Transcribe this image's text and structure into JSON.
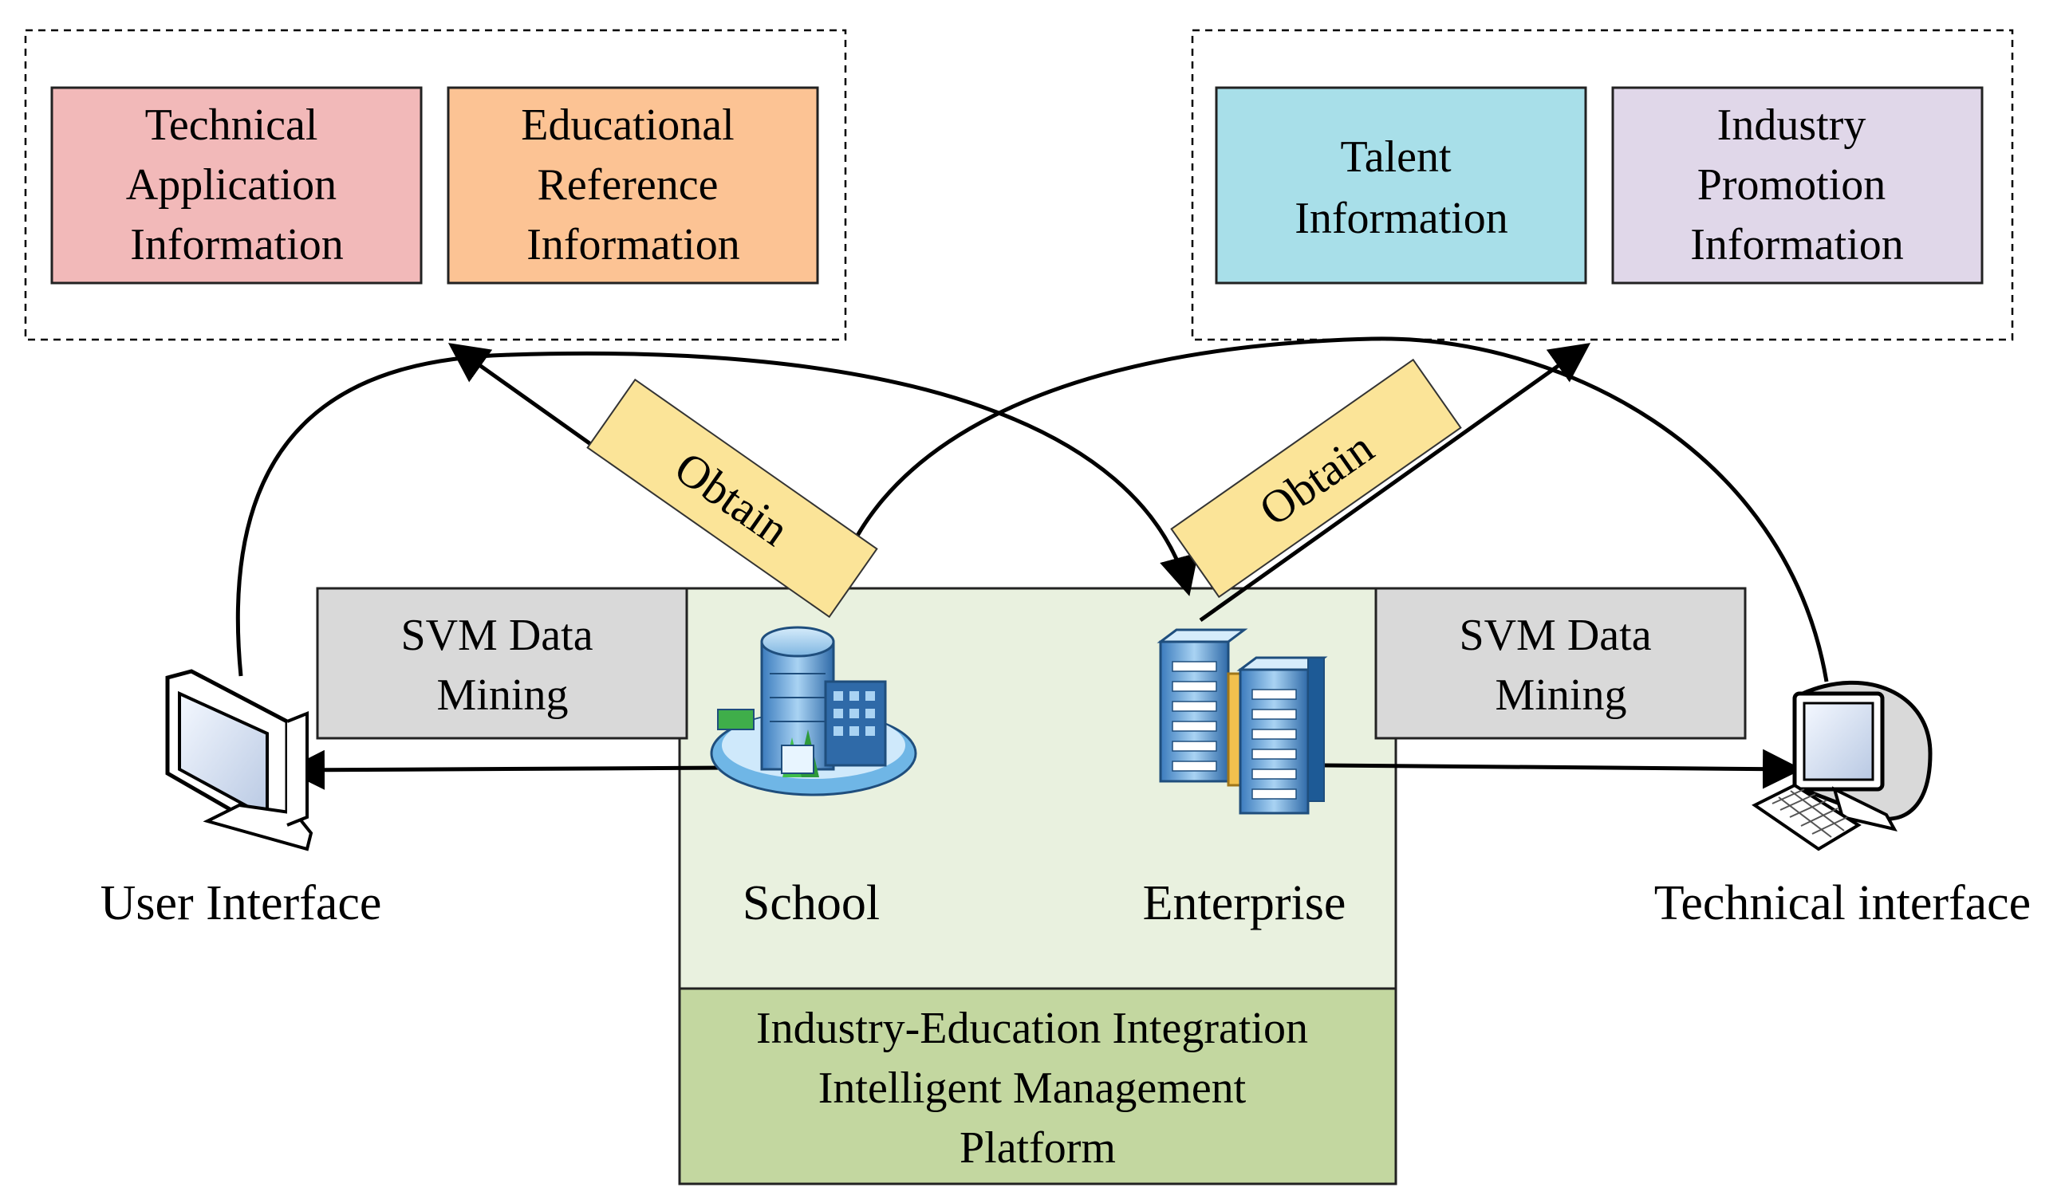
{
  "info_groups": {
    "left": [
      {
        "text": "Technical Application Information",
        "lines": [
          "Technical",
          "Application",
          "Information"
        ],
        "color": "#f2b9b9"
      },
      {
        "text": "Educational Reference Information",
        "lines": [
          "Educational",
          "Reference",
          "Information"
        ],
        "color": "#fcc394"
      }
    ],
    "right": [
      {
        "text": "Talent Information",
        "lines": [
          "Talent",
          "Information"
        ],
        "color": "#a8dfe9"
      },
      {
        "text": "Industry Promotion Information",
        "lines": [
          "Industry",
          "Promotion",
          "Information"
        ],
        "color": "#e0d7e9"
      }
    ]
  },
  "obtain_labels": {
    "left": "Obtain",
    "right": "Obtain",
    "color": "#fbe498"
  },
  "svm": {
    "left": {
      "text": "SVM Data Mining",
      "lines": [
        "SVM Data",
        "Mining"
      ]
    },
    "right": {
      "text": "SVM Data Mining",
      "lines": [
        "SVM Data",
        "Mining"
      ]
    },
    "color": "#d9d9d9"
  },
  "platform": {
    "text": "Industry-Education Integration Intelligent Management Platform",
    "lines": [
      "Industry-Education Integration",
      "Intelligent Management",
      "Platform"
    ],
    "top_color": "#e9f1df",
    "bottom_color": "#c3d7a0"
  },
  "nodes": {
    "school": "School",
    "enterprise": "Enterprise",
    "user_interface": "User Interface",
    "technical_interface": "Technical interface"
  },
  "icons": {
    "school": "school-building-icon",
    "enterprise": "server-building-icon",
    "user": "monitor-icon",
    "technical": "computer-keyboard-icon"
  }
}
